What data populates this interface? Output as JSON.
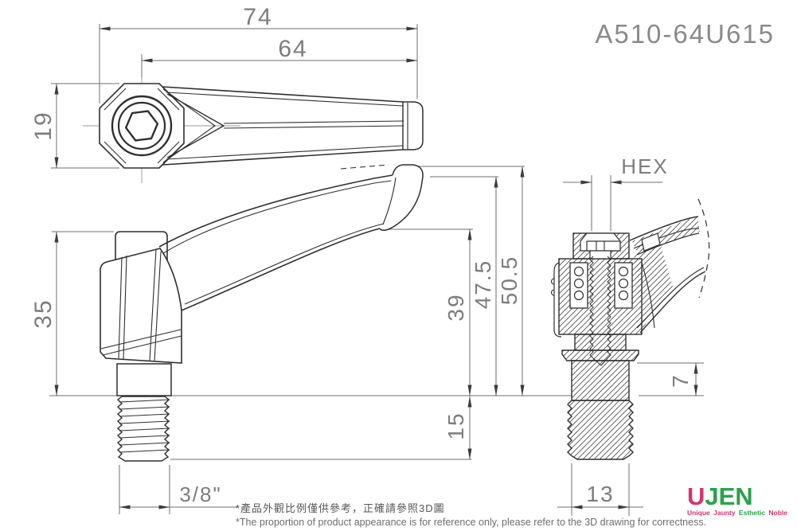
{
  "part_number": "A510-64U615",
  "dimensions": {
    "overall_length": "74",
    "handle_length": "64",
    "boss_diameter": "19",
    "body_height": "35",
    "thread_size": "3/8\"",
    "handle_end_bottom_height": "39",
    "handle_end_top_height": "47.5",
    "handle_end_max_height": "50.5",
    "thread_length": "15",
    "hex_socket_label": "HEX",
    "shank_height": "7",
    "stud_width": "13"
  },
  "notes": {
    "zh": "*產品外觀比例僅供參考，正確請參照3D圖",
    "en": "*The proportion of product appearance is for reference only, please refer to the 3D drawing for correctness."
  },
  "logo": {
    "name_part1": "U",
    "name_part2": "JEN",
    "tagline": [
      {
        "text": "Unique",
        "color": "#d8336f"
      },
      {
        "text": "Jaunty",
        "color": "#d8336f"
      },
      {
        "text": "Esthetic",
        "color": "#2aa24a"
      },
      {
        "text": "Noble",
        "color": "#d8336f"
      }
    ]
  },
  "colors": {
    "logo_pink": "#d8336f",
    "logo_green": "#2aa24a",
    "outline": "#2f2f2f",
    "dimension_line": "#6f6f6f",
    "dimension_text": "#7d7d7d"
  }
}
